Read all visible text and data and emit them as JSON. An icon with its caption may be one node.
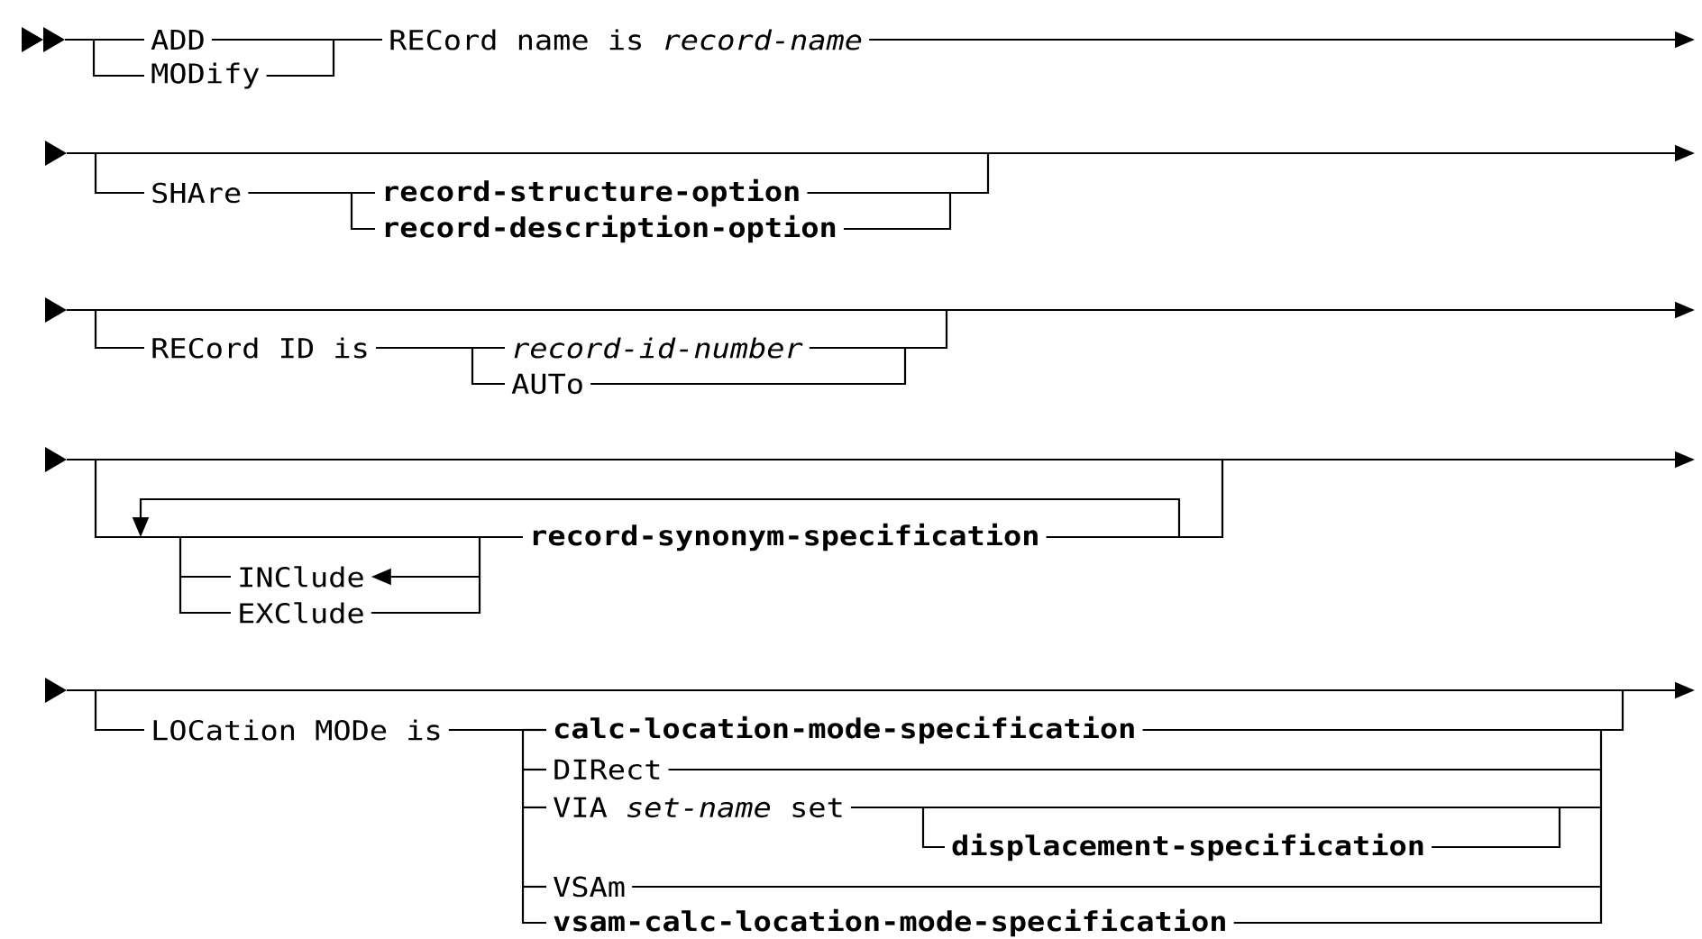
{
  "diagram": {
    "labels": [
      "ADD",
      "MODify",
      "RECord name is *record-name*",
      "SHAre",
      "record-structure-option",
      "record-description-option",
      "RECord ID is",
      "record-id-number",
      "AUTo",
      "INClude",
      "EXClude",
      "record-synonym-specification",
      "LOCation MODe is",
      "calc-location-mode-specification",
      "DIRect",
      "VIA *set-name* set",
      "displacement-specification",
      "VSAm",
      "vsam-calc-location-mode-specification"
    ]
  }
}
